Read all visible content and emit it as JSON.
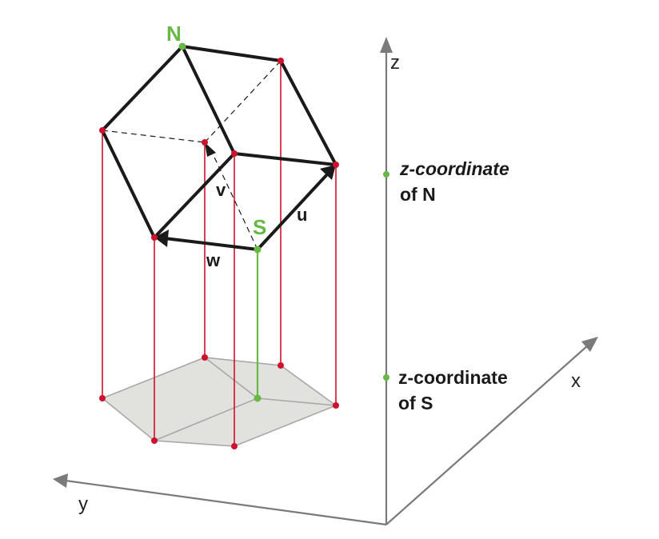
{
  "axes": {
    "x": "x",
    "y": "y",
    "z": "z"
  },
  "points": {
    "N": "N",
    "S": "S"
  },
  "vectors": {
    "u": "u",
    "v": "v",
    "w": "w"
  },
  "annotations": {
    "n_line1": "z-coordinate",
    "n_line2": "of N",
    "s_line1": "z-coordinate",
    "s_line2": "of S"
  },
  "colors": {
    "edges": "#1a1a1a",
    "projections": "#d0112b",
    "highlight": "#67b845",
    "axes": "#7a7a7a",
    "shadow": "#e1e1dd"
  }
}
